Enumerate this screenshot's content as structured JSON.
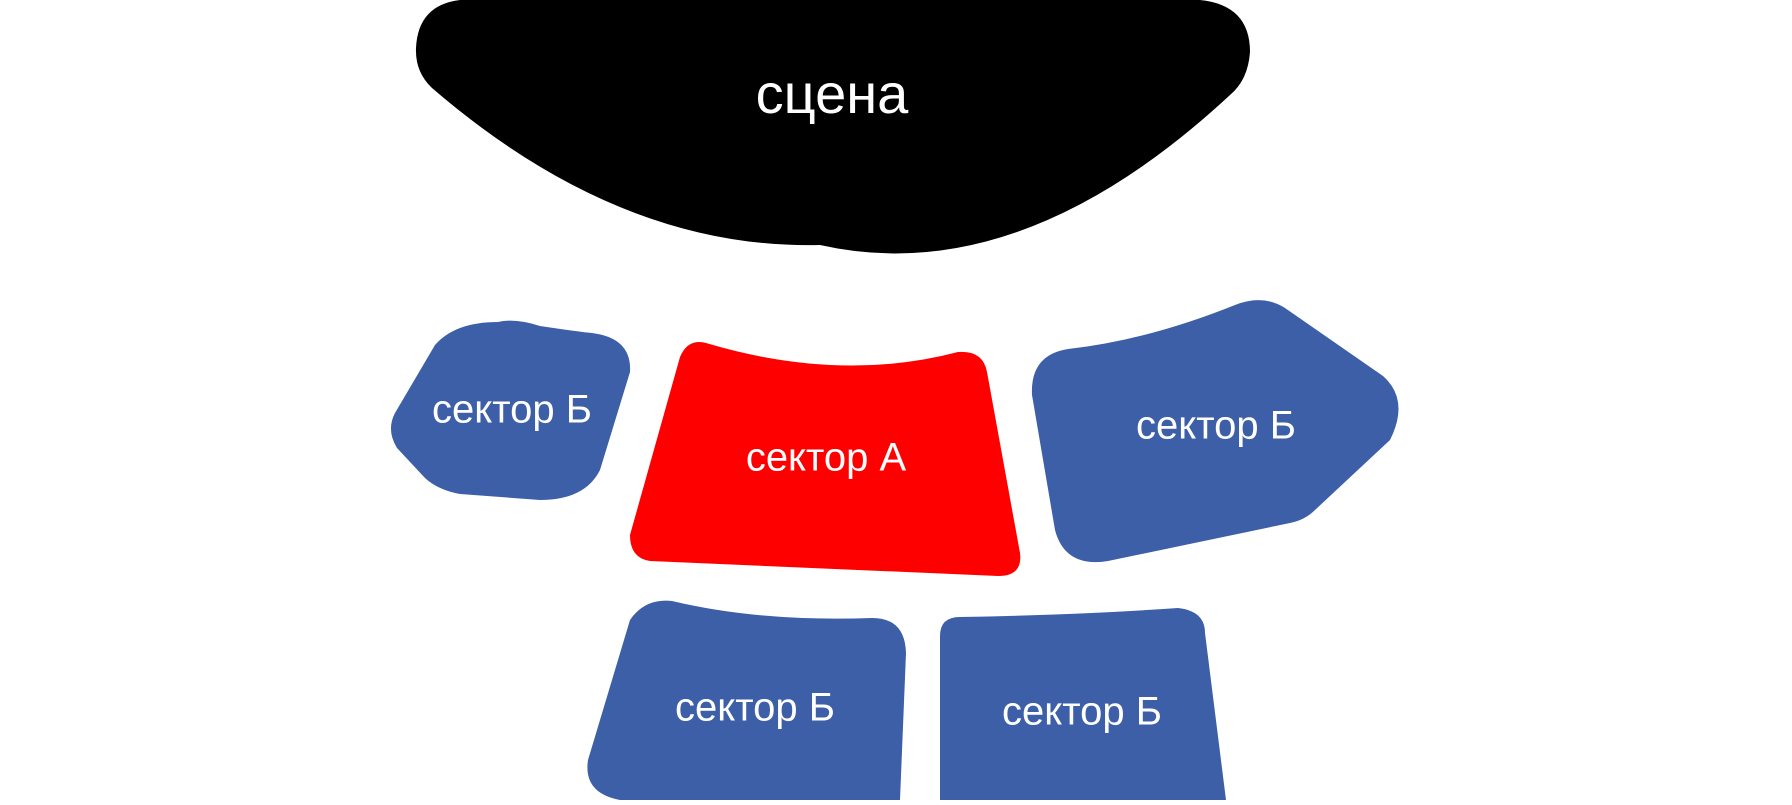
{
  "colors": {
    "stage": "#000000",
    "sector_a": "#ff0000",
    "sector_b": "#3c5fa8",
    "label": "#ffffff",
    "background": "#ffffff"
  },
  "stage": {
    "label": "сцена"
  },
  "sectors": [
    {
      "id": "b-left",
      "label": "сектор Б",
      "kind": "b"
    },
    {
      "id": "a-center",
      "label": "сектор А",
      "kind": "a"
    },
    {
      "id": "b-right",
      "label": "сектор Б",
      "kind": "b"
    },
    {
      "id": "b-bottom-left",
      "label": "сектор Б",
      "kind": "b"
    },
    {
      "id": "b-bottom-right",
      "label": "сектор Б",
      "kind": "b"
    }
  ]
}
